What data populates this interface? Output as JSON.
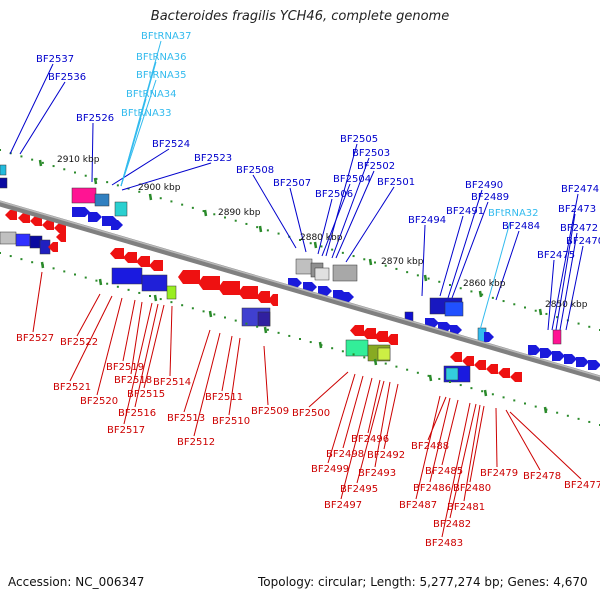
{
  "title": "Bacteroides fragilis YCH46, complete genome",
  "footer": {
    "accession": "Accession: NC_006347",
    "summary": "Topology: circular; Length: 5,277,274 bp; Genes: 4,670"
  },
  "colors": {
    "forward_label": "#0000cc",
    "reverse_label": "#cc0000",
    "rna_label": "#33bbee",
    "axis": "#808080",
    "tick": "#2a8a2a"
  },
  "kbp_labels": [
    "2910 kbp",
    "2900 kbp",
    "2890 kbp",
    "2880 kbp",
    "2870 kbp",
    "2860 kbp",
    "2850 kbp"
  ],
  "forward_genes": [
    "BF2537",
    "BF2536",
    "BF2526",
    "BF2524",
    "BF2523",
    "BF2508",
    "BF2507",
    "BF2506",
    "BF2505",
    "BF2504",
    "BF2503",
    "BF2502",
    "BF2501",
    "BF2494",
    "BF2491",
    "BF2490",
    "BF2489",
    "BF2484",
    "BF2475",
    "BF2474",
    "BF2473",
    "BF2472",
    "BF2470"
  ],
  "rna_genes": [
    "BFtRNA37",
    "BFtRNA36",
    "BFtRNA35",
    "BFtRNA34",
    "BFtRNA33",
    "BFtRNA32"
  ],
  "reverse_genes": [
    "BF2527",
    "BF2522",
    "BF2521",
    "BF2520",
    "BF2519",
    "BF2518",
    "BF2517",
    "BF2516",
    "BF2515",
    "BF2514",
    "BF2513",
    "BF2512",
    "BF2511",
    "BF2510",
    "BF2509",
    "BF2500",
    "BF2499",
    "BF2498",
    "BF2497",
    "BF2496",
    "BF2495",
    "BF2493",
    "BF2492",
    "BF2488",
    "BF2487",
    "BF2486",
    "BF2485",
    "BF2483",
    "BF2482",
    "BF2481",
    "BF2480",
    "BF2479",
    "BF2478",
    "BF2477"
  ]
}
